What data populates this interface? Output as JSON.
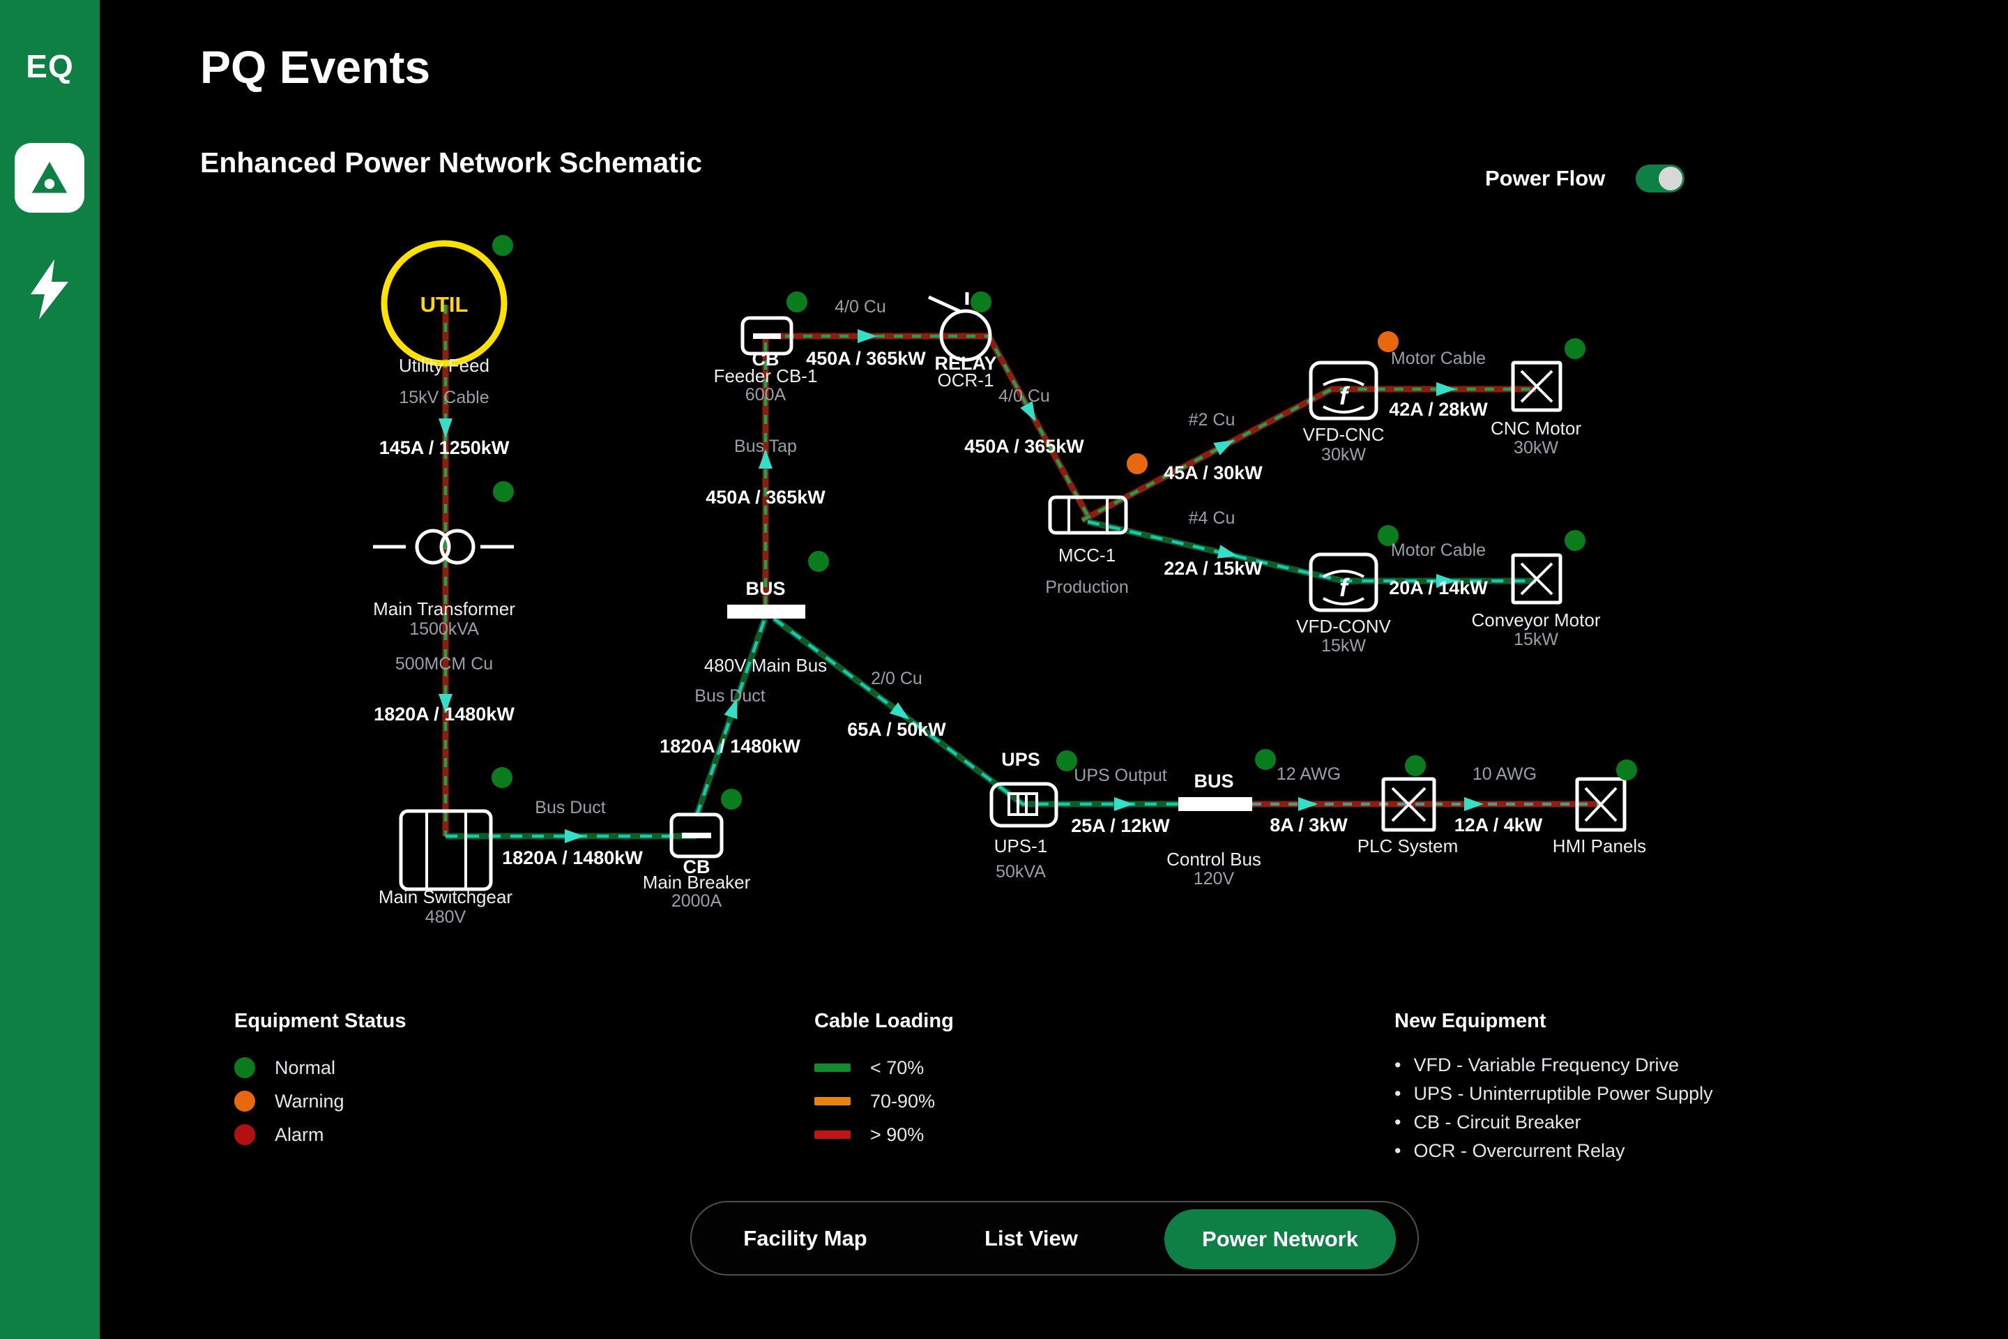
{
  "sidebar": {
    "logo": "EQ"
  },
  "header": {
    "title": "PQ Events",
    "subtitle": "Enhanced Power Network Schematic",
    "power_flow_label": "Power Flow",
    "power_flow_on": true
  },
  "colors": {
    "sidebar_green": "#0e8044",
    "accent_green": "#0f8045",
    "util_yellow": "#ffd60a",
    "status_normal": "#0a7c1d",
    "status_warning": "#e8680f",
    "status_alarm": "#b31111",
    "cable_load_low": "#128a2e",
    "cable_load_mid": "#e8830e",
    "cable_load_high": "#c01515",
    "flow_dash_teal": "#19c7ae"
  },
  "diagram": {
    "util": {
      "tag": "UTIL",
      "label": "Utility Feed",
      "cable": "15kV Cable",
      "flow": "145A / 1250kW"
    },
    "transformer": {
      "label": "Main Transformer",
      "sub": "1500kVA",
      "cable": "500MCM Cu",
      "flow": "1820A / 1480kW"
    },
    "switchgear": {
      "label": "Main Switchgear",
      "sub": "480V",
      "cable": "Bus Duct",
      "flow": "1820A / 1480kW"
    },
    "main_breaker": {
      "tag": "CB",
      "label": "Main Breaker",
      "sub": "2000A",
      "cable": "Bus Duct",
      "flow": "1820A / 1480kW"
    },
    "main_bus": {
      "tag": "BUS",
      "label": "480V Main Bus",
      "tap_cable": "Bus Tap",
      "tap_flow": "450A / 365kW"
    },
    "feeder_cb": {
      "tag": "CB",
      "label": "Feeder CB-1",
      "sub": "600A",
      "cable": "4/0 Cu",
      "flow": "450A / 365kW"
    },
    "relay": {
      "tag": "RELAY",
      "label": "OCR-1",
      "cable": "4/0 Cu",
      "flow": "450A / 365kW"
    },
    "mcc": {
      "label": "MCC-1",
      "sub": "Production"
    },
    "mcc_to_cnc": {
      "cable": "#2 Cu",
      "flow": "45A / 30kW"
    },
    "mcc_to_conv": {
      "cable": "#4 Cu",
      "flow": "22A / 15kW"
    },
    "vfd_cnc": {
      "label": "VFD-CNC",
      "sub": "30kW",
      "cable": "Motor Cable",
      "flow": "42A / 28kW",
      "symbol": "f"
    },
    "cnc_motor": {
      "label": "CNC Motor",
      "sub": "30kW"
    },
    "vfd_conv": {
      "label": "VFD-CONV",
      "sub": "15kW",
      "cable": "Motor Cable",
      "flow": "20A / 14kW",
      "symbol": "f"
    },
    "conveyor_motor": {
      "label": "Conveyor Motor",
      "sub": "15kW"
    },
    "bus_to_ups": {
      "cable": "2/0 Cu",
      "flow": "65A / 50kW"
    },
    "ups": {
      "tag": "UPS",
      "label": "UPS-1",
      "sub": "50kVA",
      "cable": "UPS Output",
      "flow": "25A / 12kW"
    },
    "control_bus": {
      "tag": "BUS",
      "label": "Control Bus",
      "sub": "120V"
    },
    "bus_to_plc": {
      "cable": "12 AWG",
      "flow": "8A / 3kW"
    },
    "plc": {
      "label": "PLC System"
    },
    "plc_to_hmi": {
      "cable": "10 AWG",
      "flow": "12A / 4kW"
    },
    "hmi": {
      "label": "HMI Panels"
    }
  },
  "legend": {
    "equipment_status": {
      "title": "Equipment Status",
      "items": [
        "Normal",
        "Warning",
        "Alarm"
      ]
    },
    "cable_loading": {
      "title": "Cable Loading",
      "items": [
        "< 70%",
        "70-90%",
        "> 90%"
      ]
    },
    "new_equipment": {
      "title": "New Equipment",
      "items": [
        "VFD - Variable Frequency Drive",
        "UPS - Uninterruptible Power Supply",
        "CB - Circuit Breaker",
        "OCR - Overcurrent Relay"
      ]
    }
  },
  "tabs": [
    {
      "label": "Facility Map",
      "active": false
    },
    {
      "label": "List View",
      "active": false
    },
    {
      "label": "Power Network",
      "active": true
    }
  ]
}
